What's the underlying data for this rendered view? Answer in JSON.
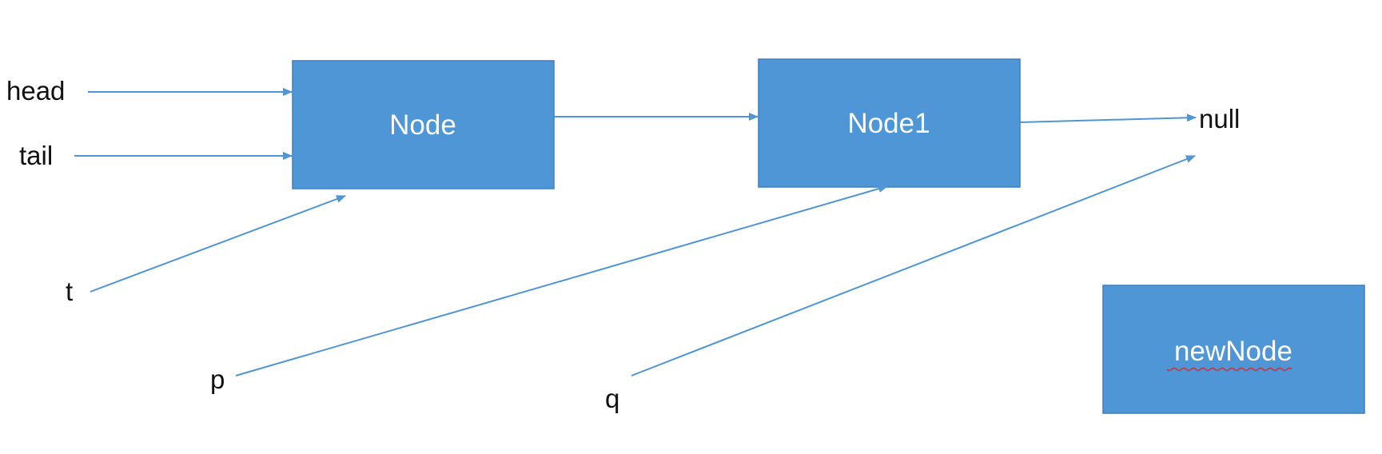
{
  "nodes": {
    "node": "Node",
    "node1": "Node1",
    "new_node": "newNode"
  },
  "labels": {
    "head": "head",
    "tail": "tail",
    "t": "t",
    "p": "p",
    "q": "q",
    "null": "null"
  },
  "colors": {
    "node_fill": "#4e96d6",
    "arrow": "#4e96d6",
    "text": "#111111"
  }
}
